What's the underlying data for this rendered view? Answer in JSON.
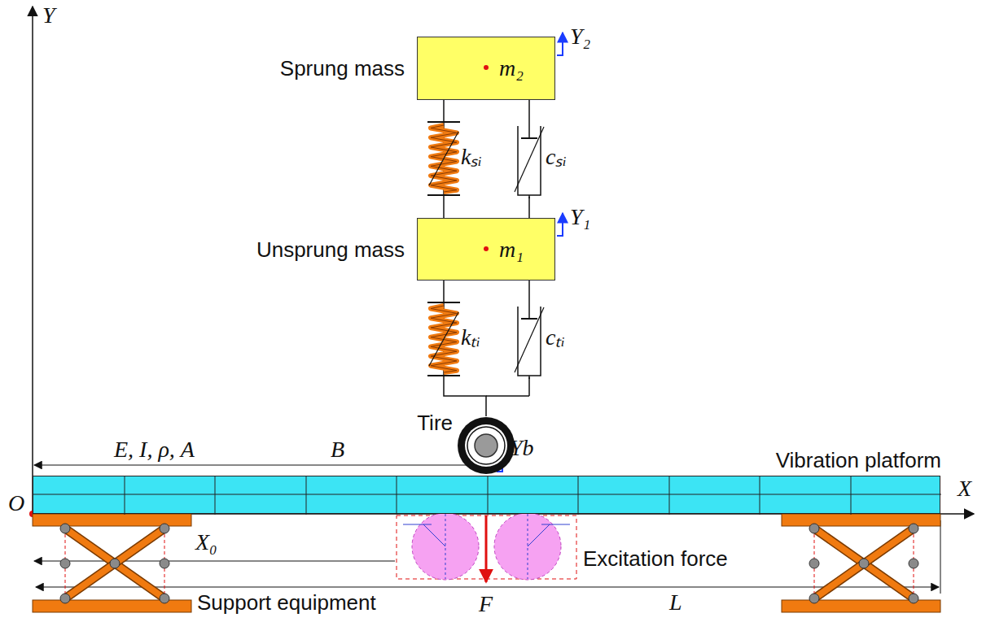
{
  "diagram": {
    "nodes": [
      {
        "text": [
          "Sprung mass",
          "m₂"
        ]
      },
      {
        "text": [
          "Unsprung mass",
          "m₁"
        ]
      },
      {
        "text": [
          "Tire"
        ]
      },
      {
        "text": [
          "Vibration platform"
        ]
      }
    ],
    "edges": [
      {
        "from": 0,
        "to": 1,
        "arrow": "none"
      },
      {
        "from": 1,
        "to": 2,
        "arrow": "none"
      }
    ],
    "labels": [
      "Y",
      "Y₂",
      "kₛᵢ",
      "cₛᵢ",
      "Y₁",
      "kₜᵢ",
      "cₜᵢ",
      "E, I, ρ, A",
      "B",
      "Yb",
      "O",
      "X",
      "X₀",
      "Excitation force",
      "F",
      "L",
      "Support equipment"
    ]
  }
}
